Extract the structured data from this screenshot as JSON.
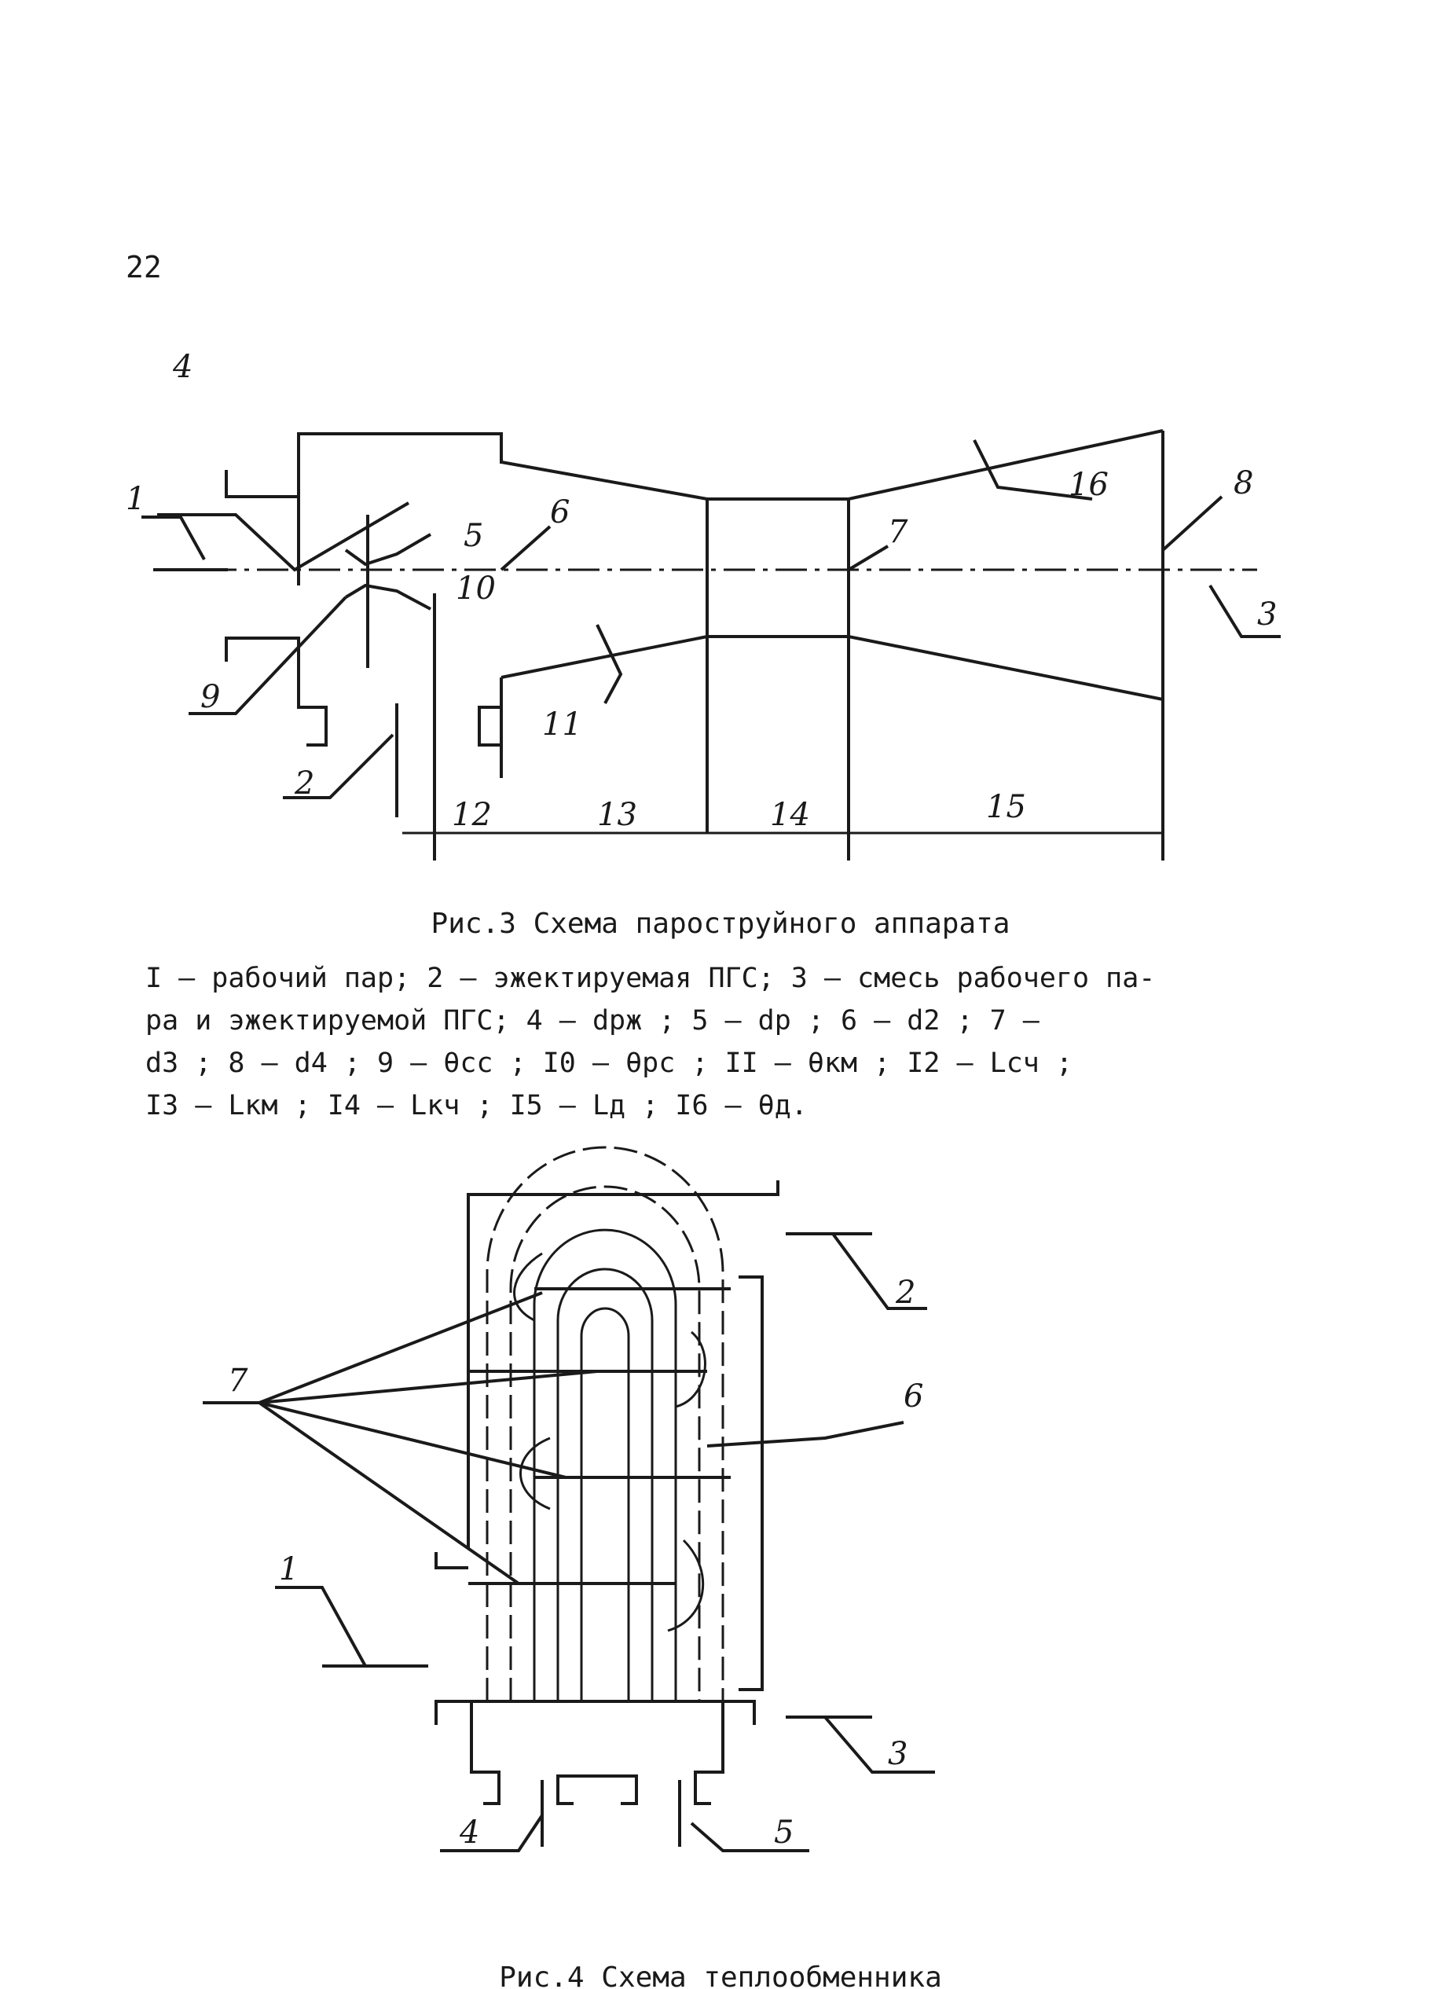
{
  "page_number": "22",
  "figure3": {
    "caption": "Рис.3 Схема пароструйного аппарата",
    "labels": {
      "l1": "1",
      "l2": "2",
      "l3": "3",
      "l4": "4",
      "l5": "5",
      "l6": "6",
      "l7": "7",
      "l8": "8",
      "l9": "9",
      "l10": "10",
      "l11": "11",
      "l12": "12",
      "l13": "13",
      "l14": "14",
      "l15": "15",
      "l16": "16"
    },
    "legend_lines": [
      "I – рабочий пар; 2 – эжектируемая ПГС; 3 – смесь рабочего па-",
      "ра и эжектируемой ПГС; 4 – dрж ; 5 – dр ; 6 – d2 ; 7 –",
      "d3 ; 8 – d4 ; 9 – θсс ; I0 – θрс ; II – θкм ; I2 – Lсч ;",
      "I3 – Lкм ; I4 – Lкч ; I5 – Lд ; I6 – θд."
    ]
  },
  "figure4": {
    "caption": "Рис.4 Схема теплообменника",
    "labels": {
      "l1": "1",
      "l2": "2",
      "l3": "3",
      "l4": "4",
      "l5": "5",
      "l6": "6",
      "l7": "7"
    }
  }
}
